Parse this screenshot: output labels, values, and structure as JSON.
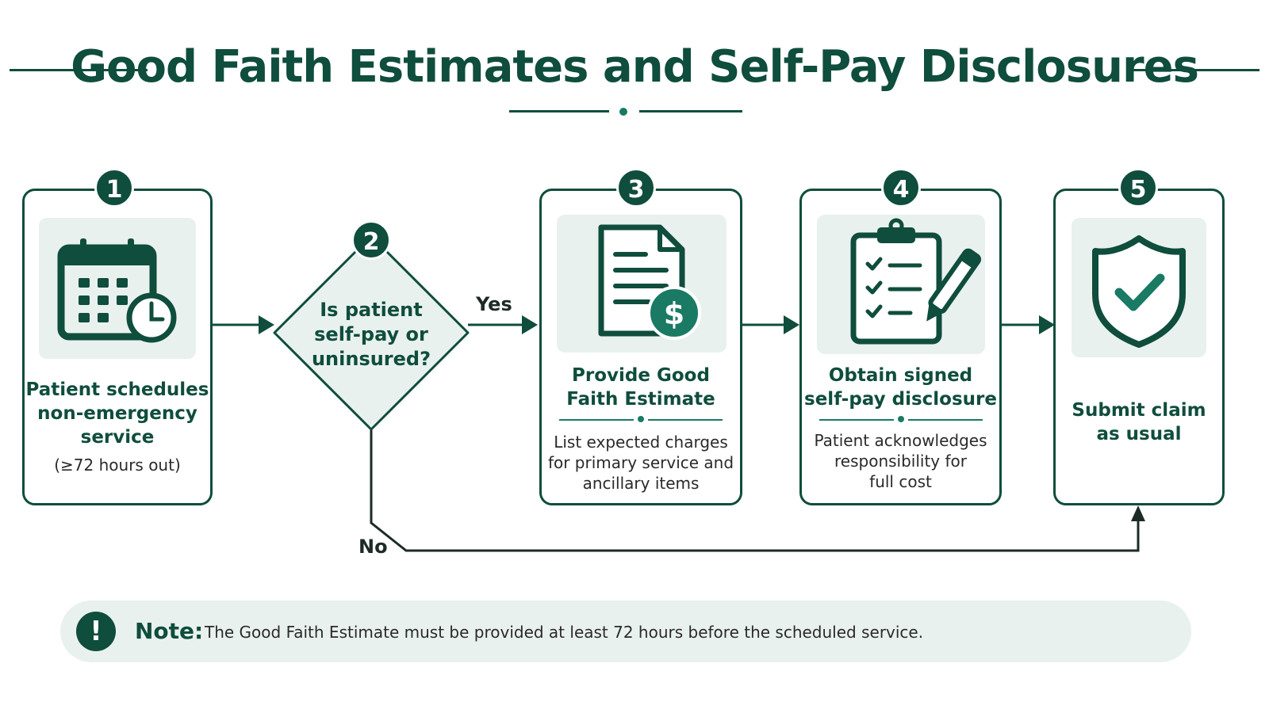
{
  "title": "Good Faith Estimates and Self-Pay Disclosures",
  "steps": [
    {
      "number": "1",
      "heading_lines": [
        "Patient schedules",
        "non-emergency",
        "service"
      ],
      "body_lines": [
        "(≥72 hours out)"
      ],
      "icon": "calendar-clock-icon"
    },
    {
      "number": "2",
      "question_lines": [
        "Is patient",
        "self-pay or",
        "uninsured?"
      ]
    },
    {
      "number": "3",
      "heading_lines": [
        "Provide Good",
        "Faith Estimate"
      ],
      "body_lines": [
        "List expected charges",
        "for primary service and",
        "ancillary items"
      ],
      "icon": "document-dollar-icon"
    },
    {
      "number": "4",
      "heading_lines": [
        "Obtain signed",
        "self-pay disclosure"
      ],
      "body_lines": [
        "Patient acknowledges",
        "responsibility for",
        "full cost"
      ],
      "icon": "clipboard-pen-icon"
    },
    {
      "number": "5",
      "heading_lines": [
        "Submit claim",
        "as usual"
      ],
      "icon": "shield-check-icon"
    }
  ],
  "branches": {
    "yes": "Yes",
    "no": "No"
  },
  "note": {
    "label": "Note:",
    "text": "The Good Faith Estimate must be provided at least 72 hours before the scheduled service."
  },
  "colors": {
    "primary": "#0f4d3c",
    "accent": "#1a7a64",
    "panel": "#e9f1ee"
  }
}
